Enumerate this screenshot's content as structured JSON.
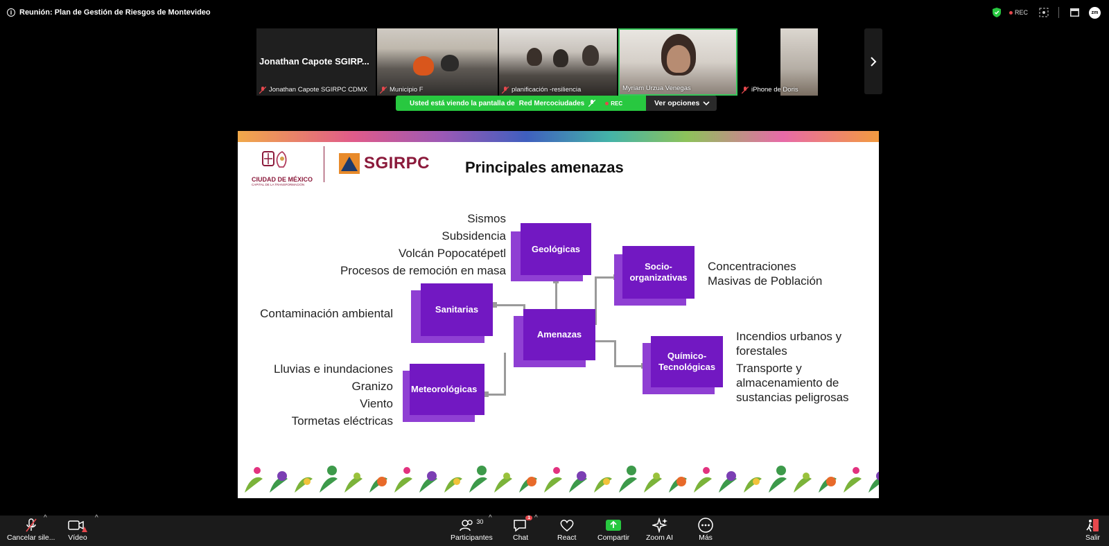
{
  "titlebar": {
    "title": "Reunión: Plan de Gestión de Riesgos de Montevideo",
    "rec_label": "REC",
    "avatar": "zm"
  },
  "participants": [
    {
      "name": "Jonathan Capote SGIRPC CDMX",
      "big_label": "Jonathan Capote SGIRP..."
    },
    {
      "name": "Municipio F"
    },
    {
      "name": "planificación -resiliencia"
    },
    {
      "name": "Myriam Urzua Venegas"
    },
    {
      "name": "iPhone de Doris"
    }
  ],
  "share_banner": {
    "text": "Usted está viendo la pantalla de",
    "presenter": "Red Mercociudades",
    "rec_label": "REC",
    "options_label": "Ver opciones"
  },
  "slide": {
    "logo_cdmx_name": "CIUDAD DE MÉXICO",
    "logo_cdmx_sub": "CAPITAL DE LA TRANSFORMACIÓN",
    "logo_sgirpc": "SGIRPC",
    "title": "Principales amenazas",
    "boxes": {
      "center": "Amenazas",
      "geologicas": "Geológicas",
      "sanitarias": "Sanitarias",
      "meteorologicas": "Meteorológicas",
      "socio": "Socio-\norganizativas",
      "quimico": "Químico-\nTecnológicas"
    },
    "geologicas_items": [
      "Sismos",
      "Subsidencia",
      "Volcán Popocatépetl",
      "Procesos de remoción en masa"
    ],
    "sanitarias_items": [
      "Contaminación ambiental"
    ],
    "meteorologicas_items": [
      "Lluvias e inundaciones",
      "Granizo",
      "Viento",
      "Tormetas eléctricas"
    ],
    "socio_items": [
      "Concentraciones",
      "Masivas de Población"
    ],
    "quimico_items": [
      "Incendios urbanos y",
      "forestales",
      "Transporte y",
      "almacenamiento de",
      "sustancias peligrosas"
    ]
  },
  "controls": {
    "mute_label": "Cancelar sile...",
    "video_label": "Vídeo",
    "participants_label": "Participantes",
    "participants_count": "30",
    "chat_label": "Chat",
    "chat_badge": "1",
    "react_label": "React",
    "share_label": "Compartir",
    "zoomai_label": "Zoom AI",
    "more_label": "Más",
    "leave_label": "Salir"
  }
}
